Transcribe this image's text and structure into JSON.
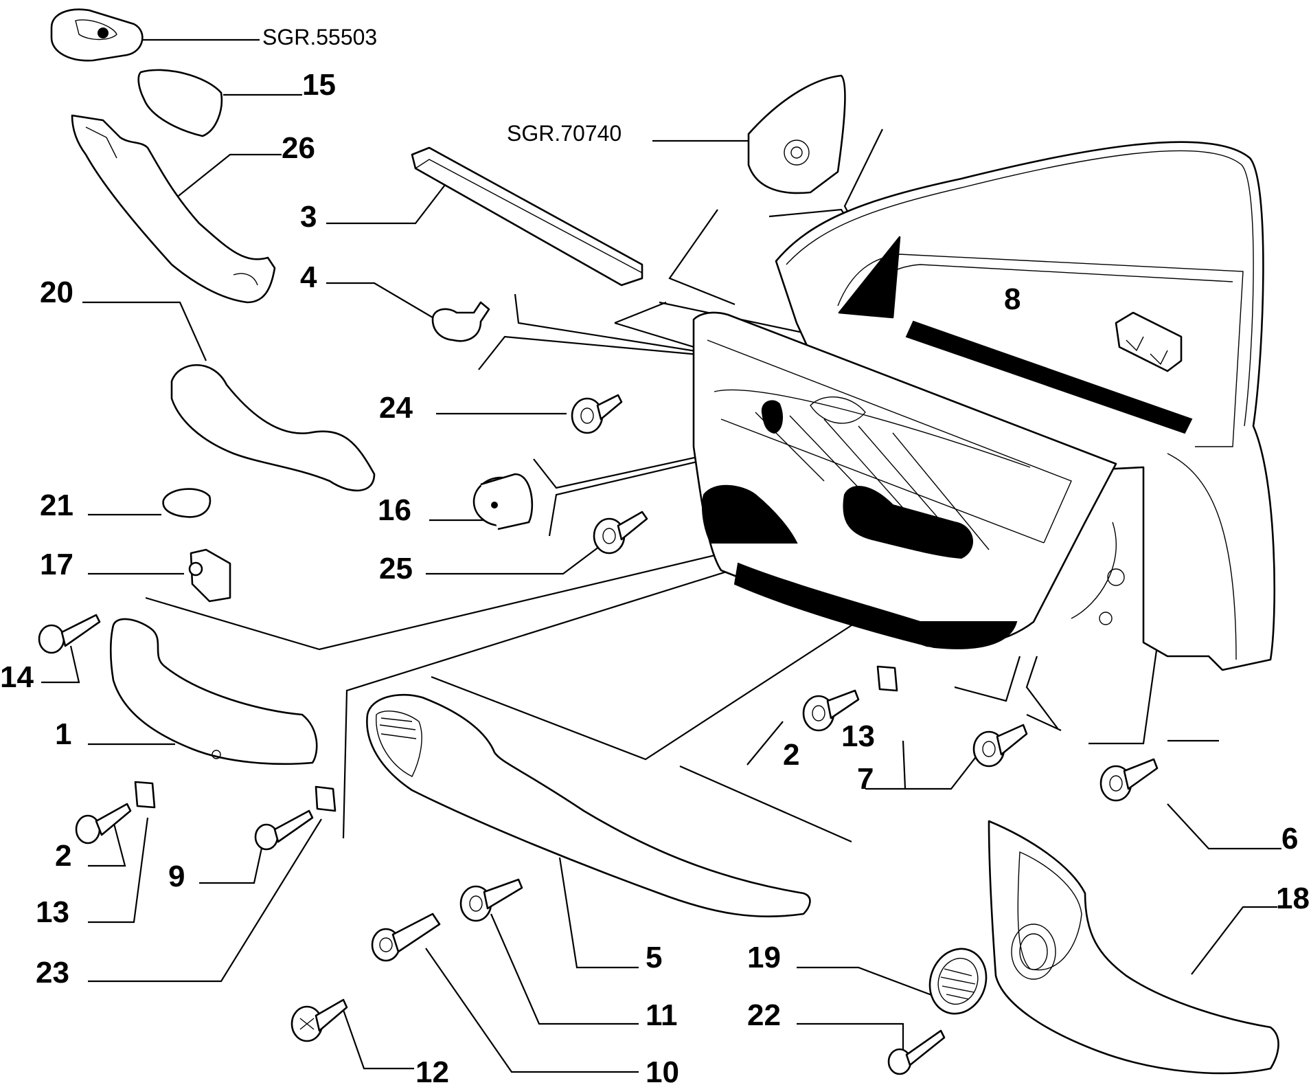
{
  "diagram": {
    "references": [
      {
        "id": "ref-55503",
        "text": "SGR.55503"
      },
      {
        "id": "ref-70740",
        "text": "SGR.70740"
      }
    ],
    "callouts": [
      {
        "id": "c15",
        "text": "15"
      },
      {
        "id": "c26",
        "text": "26"
      },
      {
        "id": "c3",
        "text": "3"
      },
      {
        "id": "c4",
        "text": "4"
      },
      {
        "id": "c20",
        "text": "20"
      },
      {
        "id": "c8",
        "text": "8"
      },
      {
        "id": "c24",
        "text": "24"
      },
      {
        "id": "c21",
        "text": "21"
      },
      {
        "id": "c16",
        "text": "16"
      },
      {
        "id": "c17",
        "text": "17"
      },
      {
        "id": "c25",
        "text": "25"
      },
      {
        "id": "c14",
        "text": "14"
      },
      {
        "id": "c1",
        "text": "1"
      },
      {
        "id": "c2a",
        "text": "2"
      },
      {
        "id": "c13a",
        "text": "13"
      },
      {
        "id": "c7",
        "text": "7"
      },
      {
        "id": "c6",
        "text": "6"
      },
      {
        "id": "c2b",
        "text": "2"
      },
      {
        "id": "c9",
        "text": "9"
      },
      {
        "id": "c13b",
        "text": "13"
      },
      {
        "id": "c23",
        "text": "23"
      },
      {
        "id": "c5",
        "text": "5"
      },
      {
        "id": "c19",
        "text": "19"
      },
      {
        "id": "c18",
        "text": "18"
      },
      {
        "id": "c11",
        "text": "11"
      },
      {
        "id": "c22",
        "text": "22"
      },
      {
        "id": "c12",
        "text": "12"
      },
      {
        "id": "c10",
        "text": "10"
      }
    ]
  }
}
